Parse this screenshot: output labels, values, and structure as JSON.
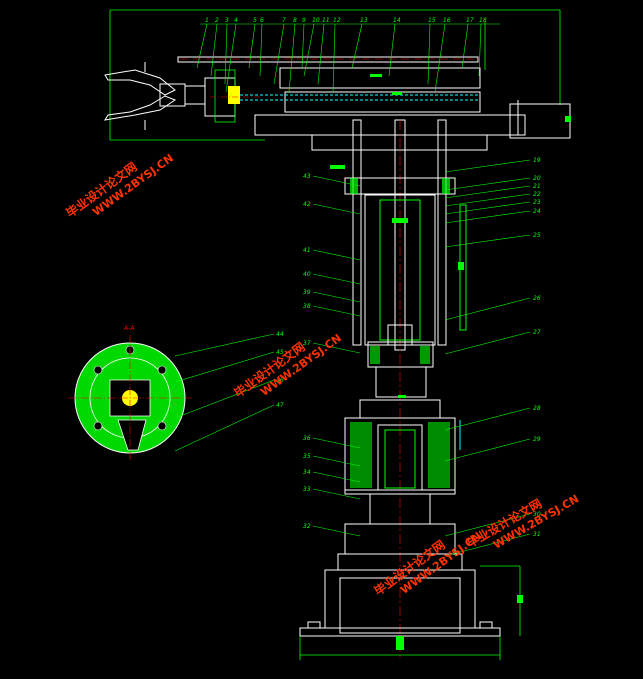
{
  "colors": {
    "background": "#000000",
    "outline": "#ffffff",
    "dimension": "#00ff00",
    "centerline": "#ff0000",
    "hidden": "#00ffff",
    "accent": "#ffff00",
    "hatch": "#00ff00",
    "watermark": "#ff3300"
  },
  "part_labels_top": [
    "1",
    "2",
    "3",
    "4",
    "5",
    "6",
    "7",
    "8",
    "9",
    "10",
    "11",
    "12",
    "13",
    "14",
    "15",
    "16",
    "17",
    "18"
  ],
  "part_labels_right": [
    "19",
    "20",
    "21",
    "22",
    "23",
    "24",
    "25",
    "26",
    "27",
    "28",
    "29",
    "30",
    "31"
  ],
  "part_labels_left": [
    "32",
    "33",
    "34",
    "35",
    "36",
    "37",
    "38",
    "39",
    "40",
    "41",
    "42",
    "43"
  ],
  "part_labels_section": [
    "44",
    "45",
    "46",
    "47"
  ],
  "section_marker": "A-A",
  "watermarks": [
    {
      "line1": "毕业设计论文网",
      "line2": "WWW.2BYSJ.CN"
    },
    {
      "line1": "毕业设计论文网",
      "line2": "WWW.2BYSJ.CN"
    },
    {
      "line1": "毕业设计论文网",
      "line2": "WWW.2BYSJ.CN"
    },
    {
      "line1": "毕业设计论文网",
      "line2": "WWW.2BYSJ.CN"
    }
  ]
}
